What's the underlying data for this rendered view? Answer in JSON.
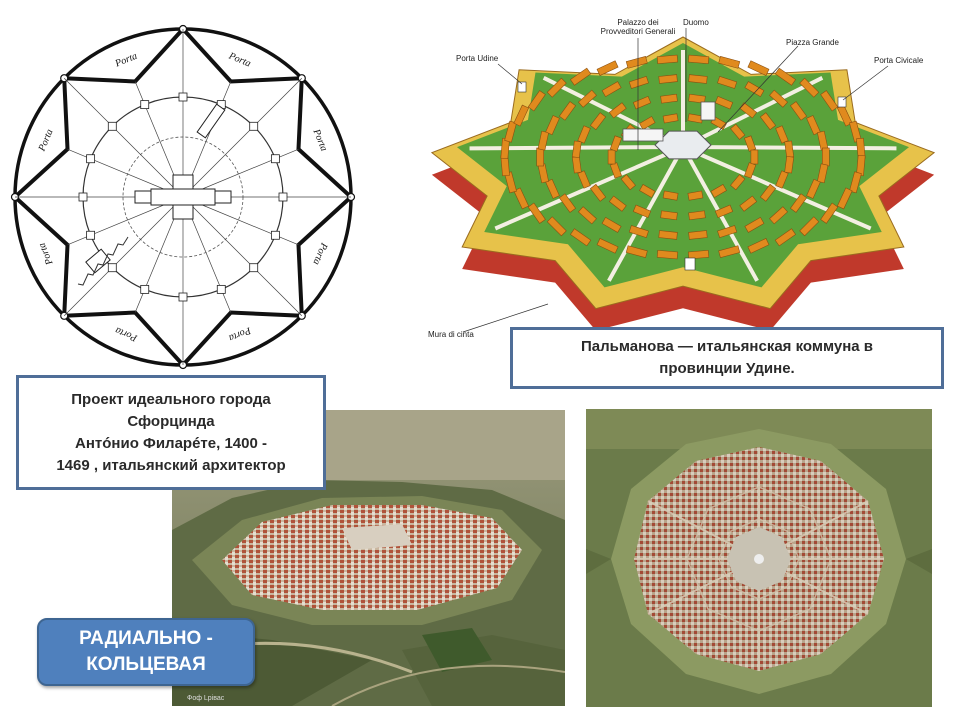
{
  "plan": {
    "gate_label": "Porta",
    "gate_count": 8
  },
  "palmanova_illustration": {
    "labels": {
      "palazzo": "Palazzo dei Provveditori Generali",
      "duomo": "Duomo",
      "piazza": "Piazza Grande",
      "porta_udine": "Porta Udine",
      "porta_cividale": "Porta Civicale",
      "mura": "Mura di cinta"
    },
    "colors": {
      "grass": "#5aa23a",
      "wall": "#c0392b",
      "rampart": "#e7c24a",
      "buildings": "#e08a1e"
    }
  },
  "callouts": {
    "palmanova": {
      "line1": "Пальманова  — итальянская коммуна в",
      "line2": "провинции Удине."
    },
    "filarete": {
      "line1": "Проект идеального города",
      "line2": "Сфорцинда",
      "line3": "Антóнио Филарéте, 1400 -",
      "line4": "1469 , итальянский архитектор"
    }
  },
  "badge": {
    "line1": "РАДИАЛЬНО -",
    "line2": "КОЛЬЦЕВАЯ",
    "color": "#4f80bd"
  },
  "photos": {
    "left_caption": "Фоф Lрівас",
    "left_subject": "aerial oblique photo of Palmanova fortress",
    "right_subject": "aerial top-down photo of Palmanova"
  }
}
